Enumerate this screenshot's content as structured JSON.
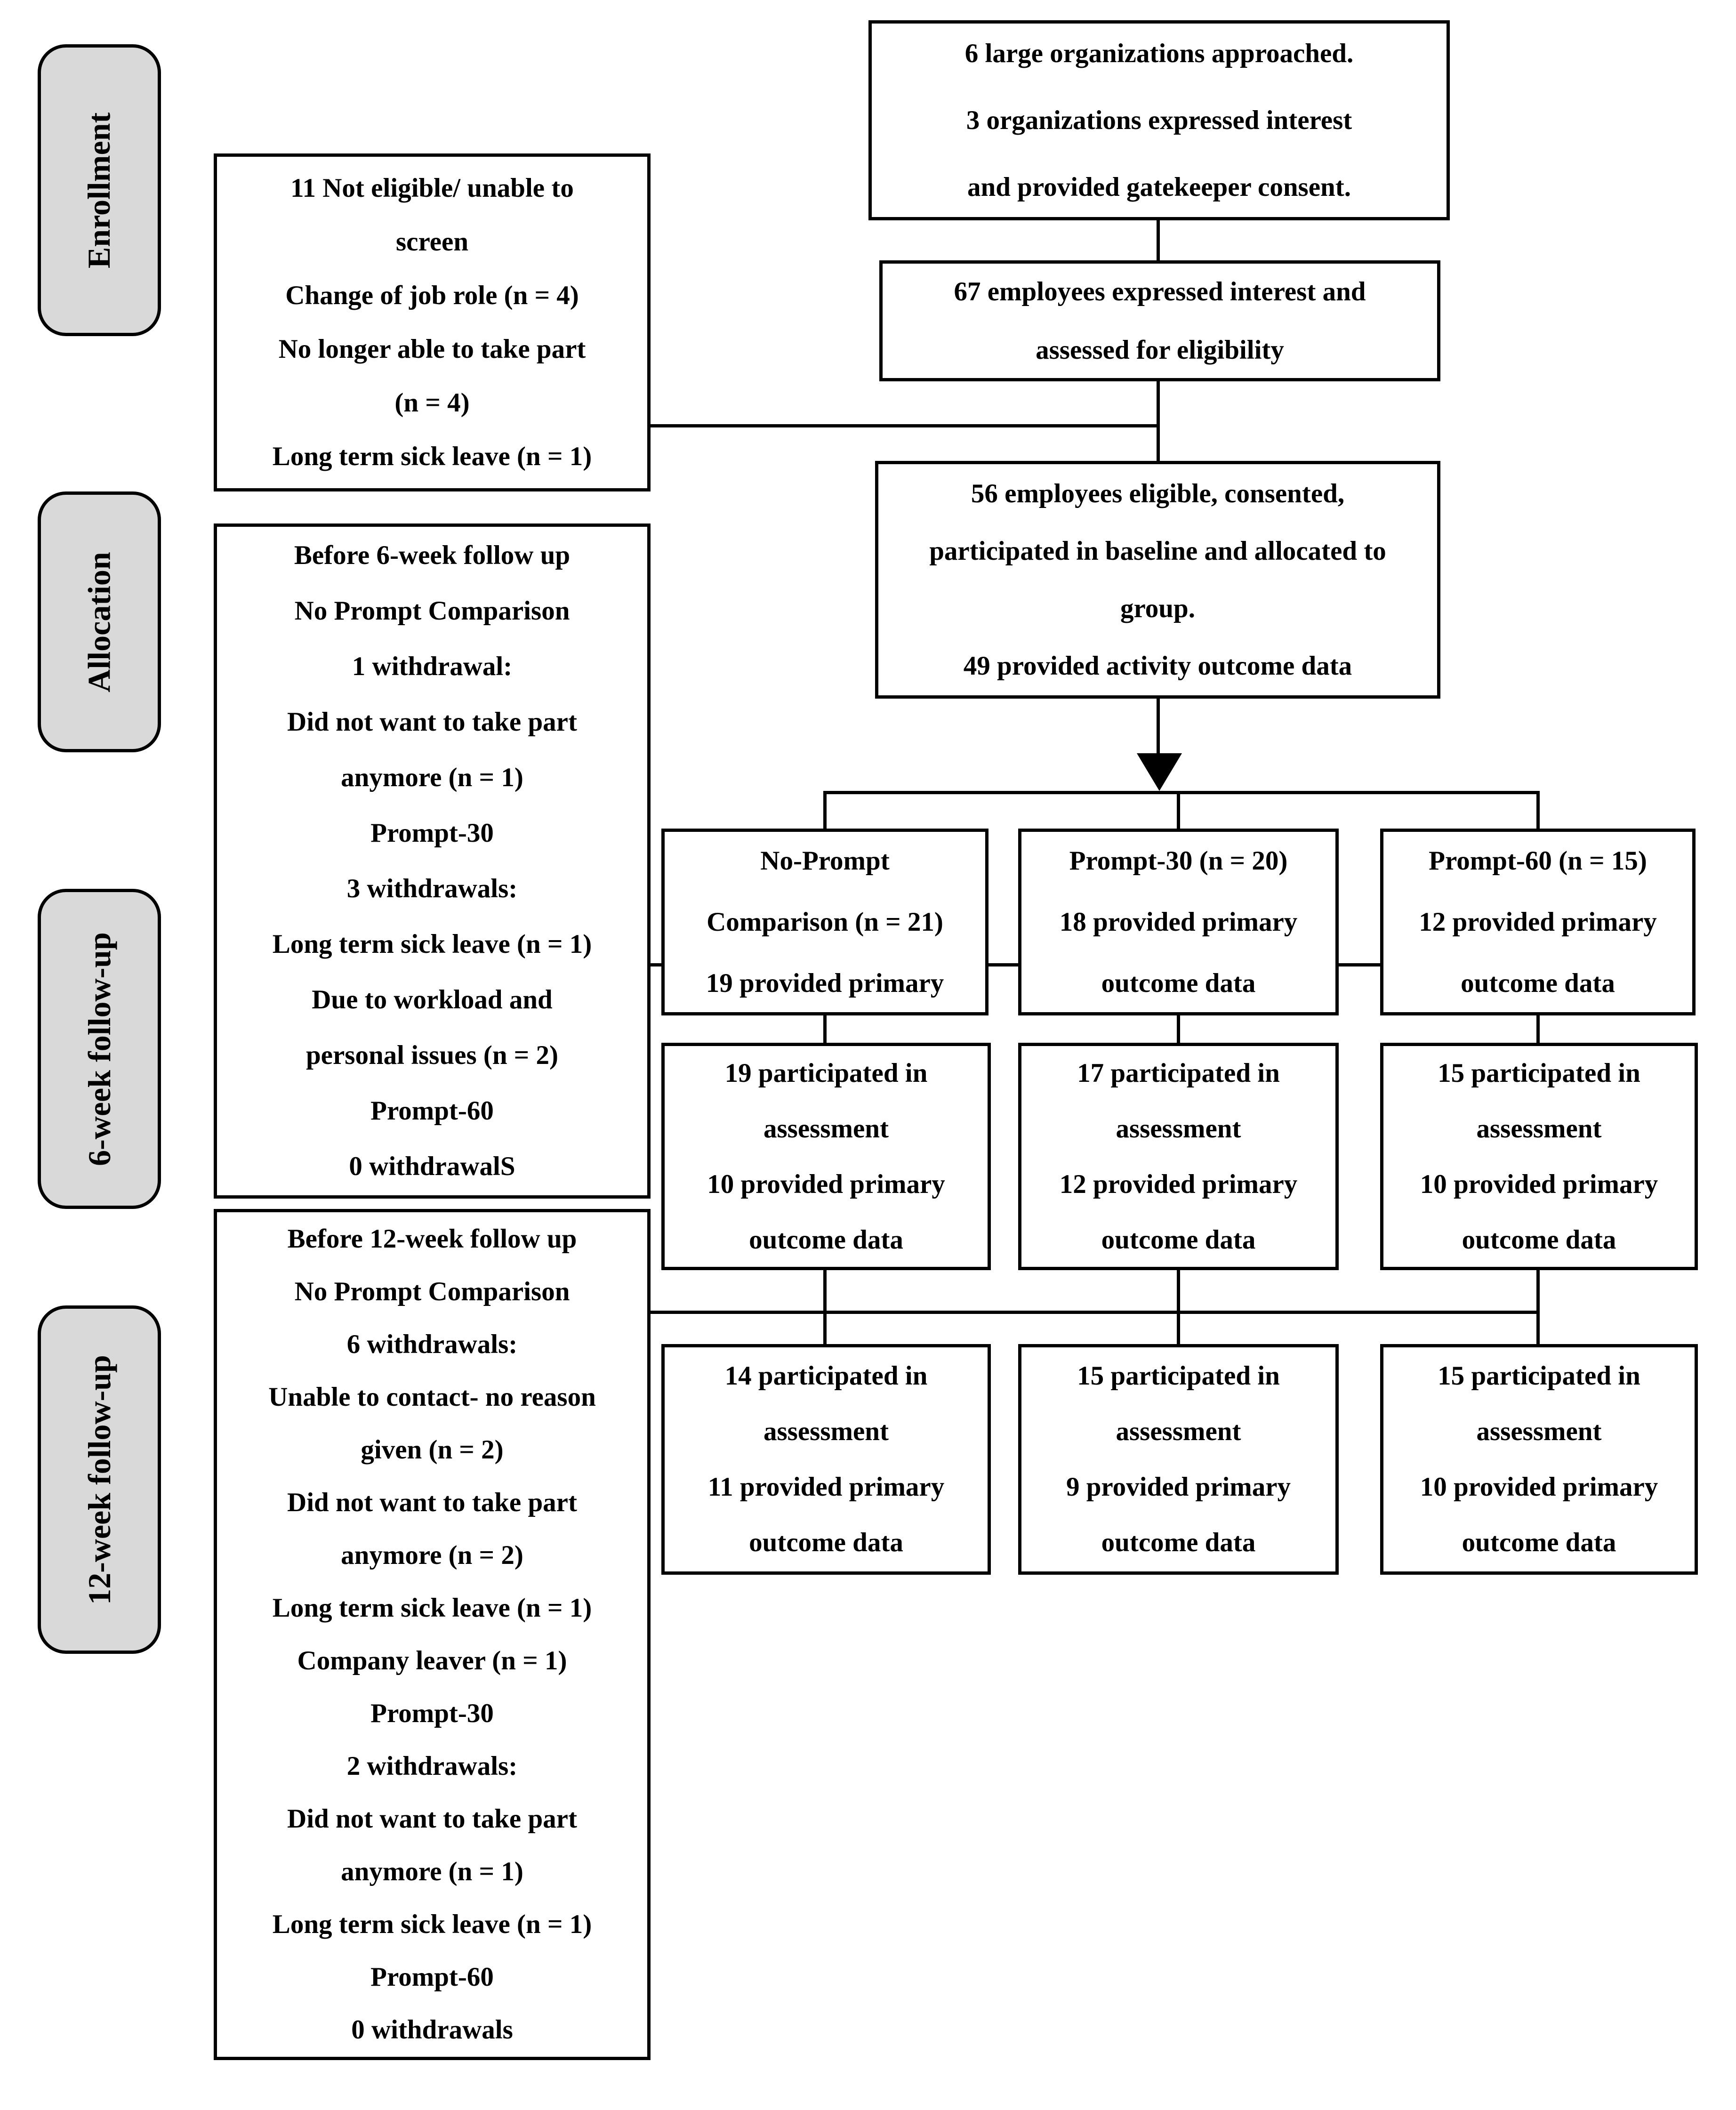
{
  "figure": {
    "type": "consort-flow-diagram",
    "colors": {
      "stage_fill": "#d9d9d9",
      "box_border": "#000000",
      "background": "#ffffff",
      "text": "#000000"
    }
  },
  "stages": [
    {
      "label": "Enrollment"
    },
    {
      "label": "Allocation"
    },
    {
      "label": "6-week follow-up"
    },
    {
      "label": "12-week follow-up"
    }
  ],
  "boxes": {
    "organizations": {
      "lines": [
        "6 large organizations approached.",
        "3 organizations expressed interest",
        "and provided gatekeeper consent."
      ]
    },
    "interest": {
      "lines": [
        "67 employees expressed interest and",
        "assessed for eligibility"
      ]
    },
    "not_eligible": {
      "lines": [
        "11 Not eligible/ unable to",
        "screen",
        "Change of job role (n = 4)",
        "No longer able to take part",
        "(n = 4)",
        "Long term sick leave (n = 1)"
      ]
    },
    "eligible": {
      "lines": [
        "56 employees eligible, consented,",
        "participated in baseline and allocated to",
        "group.",
        "49 provided activity outcome data"
      ]
    },
    "before6": {
      "lines": [
        "Before 6-week follow up",
        "No Prompt Comparison",
        "1 withdrawal:",
        "Did not want to take part",
        "anymore (n = 1)",
        "Prompt-30",
        "3 withdrawals:",
        "Long term sick leave (n = 1)",
        "Due to workload and",
        "personal issues (n = 2)",
        "Prompt-60",
        "0 withdrawalS"
      ]
    },
    "before12": {
      "lines": [
        "Before 12-week follow up",
        "No Prompt Comparison",
        "6 withdrawals:",
        "Unable to contact- no reason",
        "given (n = 2)",
        "Did not want to take part",
        "anymore (n = 2)",
        "Long term sick leave (n = 1)",
        "Company leaver (n = 1)",
        "Prompt-30",
        "2 withdrawals:",
        "Did not want to take part",
        "anymore (n = 1)",
        "Long term sick leave (n = 1)",
        "Prompt-60",
        "0 withdrawals"
      ]
    },
    "alloc_noprompt": {
      "lines": [
        "No-Prompt",
        "Comparison (n = 21)",
        "19 provided primary"
      ]
    },
    "alloc_p30": {
      "lines": [
        "Prompt-30 (n = 20)",
        "18 provided primary",
        "outcome data"
      ]
    },
    "alloc_p60": {
      "lines": [
        "Prompt-60 (n = 15)",
        "12 provided primary",
        "outcome data"
      ]
    },
    "wk6_noprompt": {
      "lines": [
        "19 participated in",
        "assessment",
        "10 provided primary",
        "outcome data"
      ]
    },
    "wk6_p30": {
      "lines": [
        "17 participated in",
        "assessment",
        "12 provided primary",
        "outcome data"
      ]
    },
    "wk6_p60": {
      "lines": [
        "15 participated in",
        "assessment",
        "10 provided primary",
        "outcome data"
      ]
    },
    "wk12_noprompt": {
      "lines": [
        "14 participated in",
        "assessment",
        "11 provided primary",
        "outcome data"
      ]
    },
    "wk12_p30": {
      "lines": [
        "15 participated in",
        "assessment",
        "9 provided primary",
        "outcome data"
      ]
    },
    "wk12_p60": {
      "lines": [
        "15 participated in",
        "assessment",
        "10 provided primary",
        "outcome data"
      ]
    }
  }
}
